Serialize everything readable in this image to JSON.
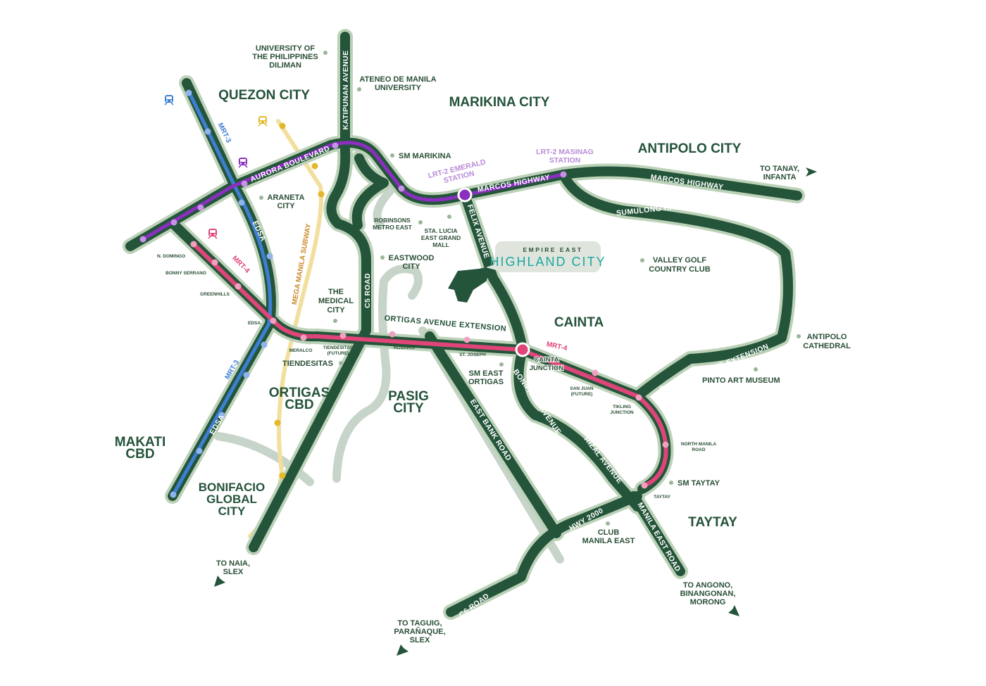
{
  "colors": {
    "road": "#24543a",
    "road_halo": "#bcd2b8",
    "minor_road": "#c7d4c9",
    "mrt3": "#3d7fd3",
    "mrt4": "#e0457a",
    "lrt2": "#8a2fbf",
    "subway": "#f2df9e",
    "text": "#24533a",
    "logo_accent": "#1aa7a0"
  },
  "cities": {
    "quezon": "QUEZON CITY",
    "marikina": "MARIKINA CITY",
    "antipolo": "ANTIPOLO CITY",
    "cainta": "CAINTA",
    "ortigas": [
      "ORTIGAS",
      "CBD"
    ],
    "pasig": [
      "PASIG",
      "CITY"
    ],
    "makati": [
      "MAKATI",
      "CBD"
    ],
    "bgc": [
      "BONIFACIO",
      "GLOBAL",
      "CITY"
    ],
    "taytay": "TAYTAY"
  },
  "landmarks": {
    "up": [
      "UNIVERSITY OF",
      "THE PHILIPPINES",
      "DILIMAN"
    ],
    "ateneo": [
      "ATENEO DE MANILA",
      "UNIVERSITY"
    ],
    "sm_marikina": "SM MARIKINA",
    "araneta": [
      "ARANETA",
      "CITY"
    ],
    "robinsons": [
      "ROBINSONS",
      "METRO EAST"
    ],
    "sta_lucia": [
      "STA. LUCIA",
      "EAST GRAND",
      "MALL"
    ],
    "eastwood": [
      "EASTWOOD",
      "CITY"
    ],
    "medical": [
      "THE",
      "MEDICAL",
      "CITY"
    ],
    "tiendesitas": "TIENDESITAS",
    "sm_east": [
      "SM EAST",
      "ORTIGAS"
    ],
    "valley_golf": [
      "VALLEY GOLF",
      "COUNTRY CLUB"
    ],
    "antipolo_cathedral": [
      "ANTIPOLO",
      "CATHEDRAL"
    ],
    "pinto": "PINTO ART MUSEUM",
    "sm_taytay": "SM TAYTAY",
    "club_manila": [
      "CLUB",
      "MANILA EAST"
    ]
  },
  "stations": {
    "n_domingo": "N. DOMINGO",
    "bonny_serrano": "BONNY SERRANO",
    "greenhills": "GREENHILLS",
    "edsa": "EDSA",
    "meralco": "MERALCO",
    "tiendesitas_future": [
      "TIENDESITAS",
      "(FUTURE)"
    ],
    "rosario": "ROSARIO",
    "st_joseph": "ST. JOSEPH",
    "cainta_junction": [
      "CAINTA",
      "JUNCTION"
    ],
    "san_juan": [
      "SAN JUAN",
      "(FUTURE)"
    ],
    "tikling": [
      "TIKLING",
      "JUNCTION"
    ],
    "north_manila": [
      "NORTH MANILA",
      "ROAD"
    ],
    "taytay": "TAYTAY",
    "lrt_emerald": [
      "LRT-2 EMERALD",
      "STATION"
    ],
    "lrt_masinag": [
      "LRT-2 MASINAG",
      "STATION"
    ]
  },
  "roads": {
    "katipunan": "KATIPUNAN AVENUE",
    "aurora": "AURORA BOULEVARD",
    "edsa": "EDSA",
    "subway": "MEGA MANILA SUBWAY",
    "c5": "C5 ROAD",
    "ortigas_ext": "ORTIGAS AVENUE EXTENSION",
    "marcos": "MARCOS HIGHWAY",
    "felix": "FELIX AVENUE",
    "sumulong": "SUMULONG HIGHWAY",
    "bonifacio": "BONIFACIO AVENUE",
    "rizal": "RIZAL AVENUE",
    "manila_east": "MANILA EAST ROAD",
    "east_bank": "EAST BANK ROAD",
    "hwy2000": "HWY 2000",
    "c6": "C6 ROAD"
  },
  "lines": {
    "mrt3": "MRT-3",
    "mrt4": "MRT-4"
  },
  "directions": {
    "tanay": [
      "TO TANAY,",
      "INFANTA"
    ],
    "naia": [
      "TO NAIA,",
      "SLEX"
    ],
    "angono": [
      "TO ANGONO,",
      "BINANGONAN,",
      "MORONG"
    ],
    "taguig": [
      "TO TAGUIG,",
      "PARAÑAQUE,",
      "SLEX"
    ]
  },
  "logo": {
    "top": "EMPIRE EAST",
    "name": "HIGHLAND CITY"
  }
}
